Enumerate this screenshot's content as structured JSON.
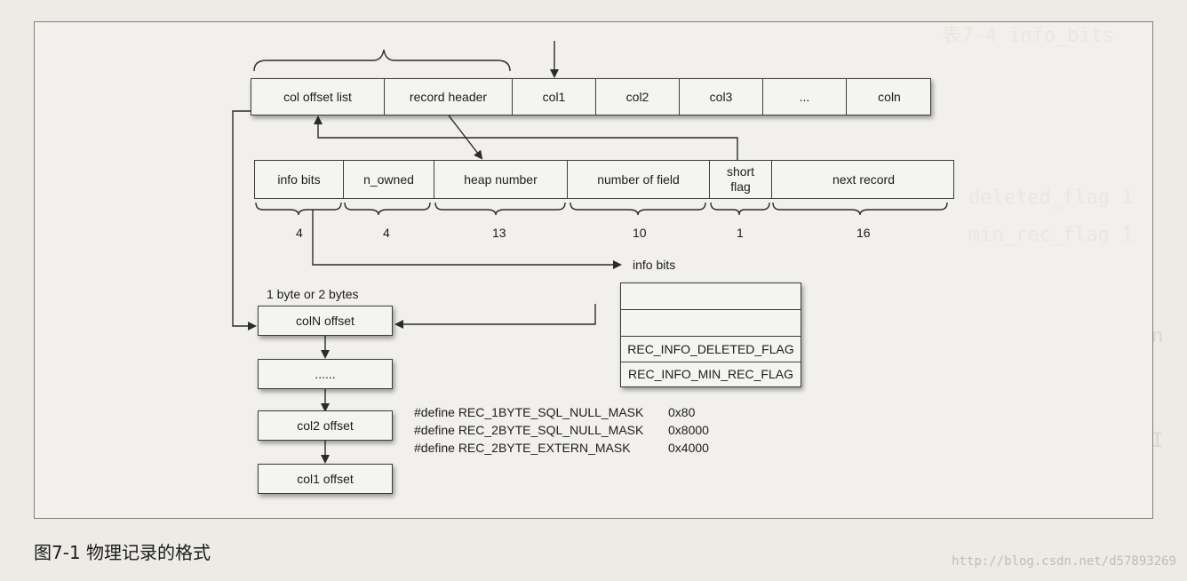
{
  "record_row": [
    "col offset list",
    "record header",
    "col1",
    "col2",
    "col3",
    "...",
    "coln"
  ],
  "header_row": [
    {
      "label": "info bits",
      "bits": "4"
    },
    {
      "label": "n_owned",
      "bits": "4"
    },
    {
      "label": "heap number",
      "bits": "13"
    },
    {
      "label": "number of field",
      "bits": "10"
    },
    {
      "label": "short\nflag",
      "bits": "1"
    },
    {
      "label": "next record",
      "bits": "16"
    }
  ],
  "info_bits_label": "info bits",
  "info_bits_box": [
    "",
    "REC_INFO_DELETED_FLAG",
    "REC_INFO_MIN_REC_FLAG"
  ],
  "offset_size_label": "1 byte or 2 bytes",
  "offset_stack": [
    "colN offset",
    "......",
    "col2 offset",
    "col1 offset"
  ],
  "defines": [
    {
      "name": "#define REC_1BYTE_SQL_NULL_MASK",
      "value": "0x80"
    },
    {
      "name": "#define REC_2BYTE_SQL_NULL_MASK",
      "value": "0x8000"
    },
    {
      "name": "#define REC_2BYTE_EXTERN_MASK",
      "value": "0x4000"
    }
  ],
  "caption": "图7-1   物理记录的格式",
  "watermark": "http://blog.csdn.net/d57893269",
  "colors": {
    "page": "#ecebe6",
    "box": "#f4f4f1",
    "line": "#3c3c3c"
  }
}
